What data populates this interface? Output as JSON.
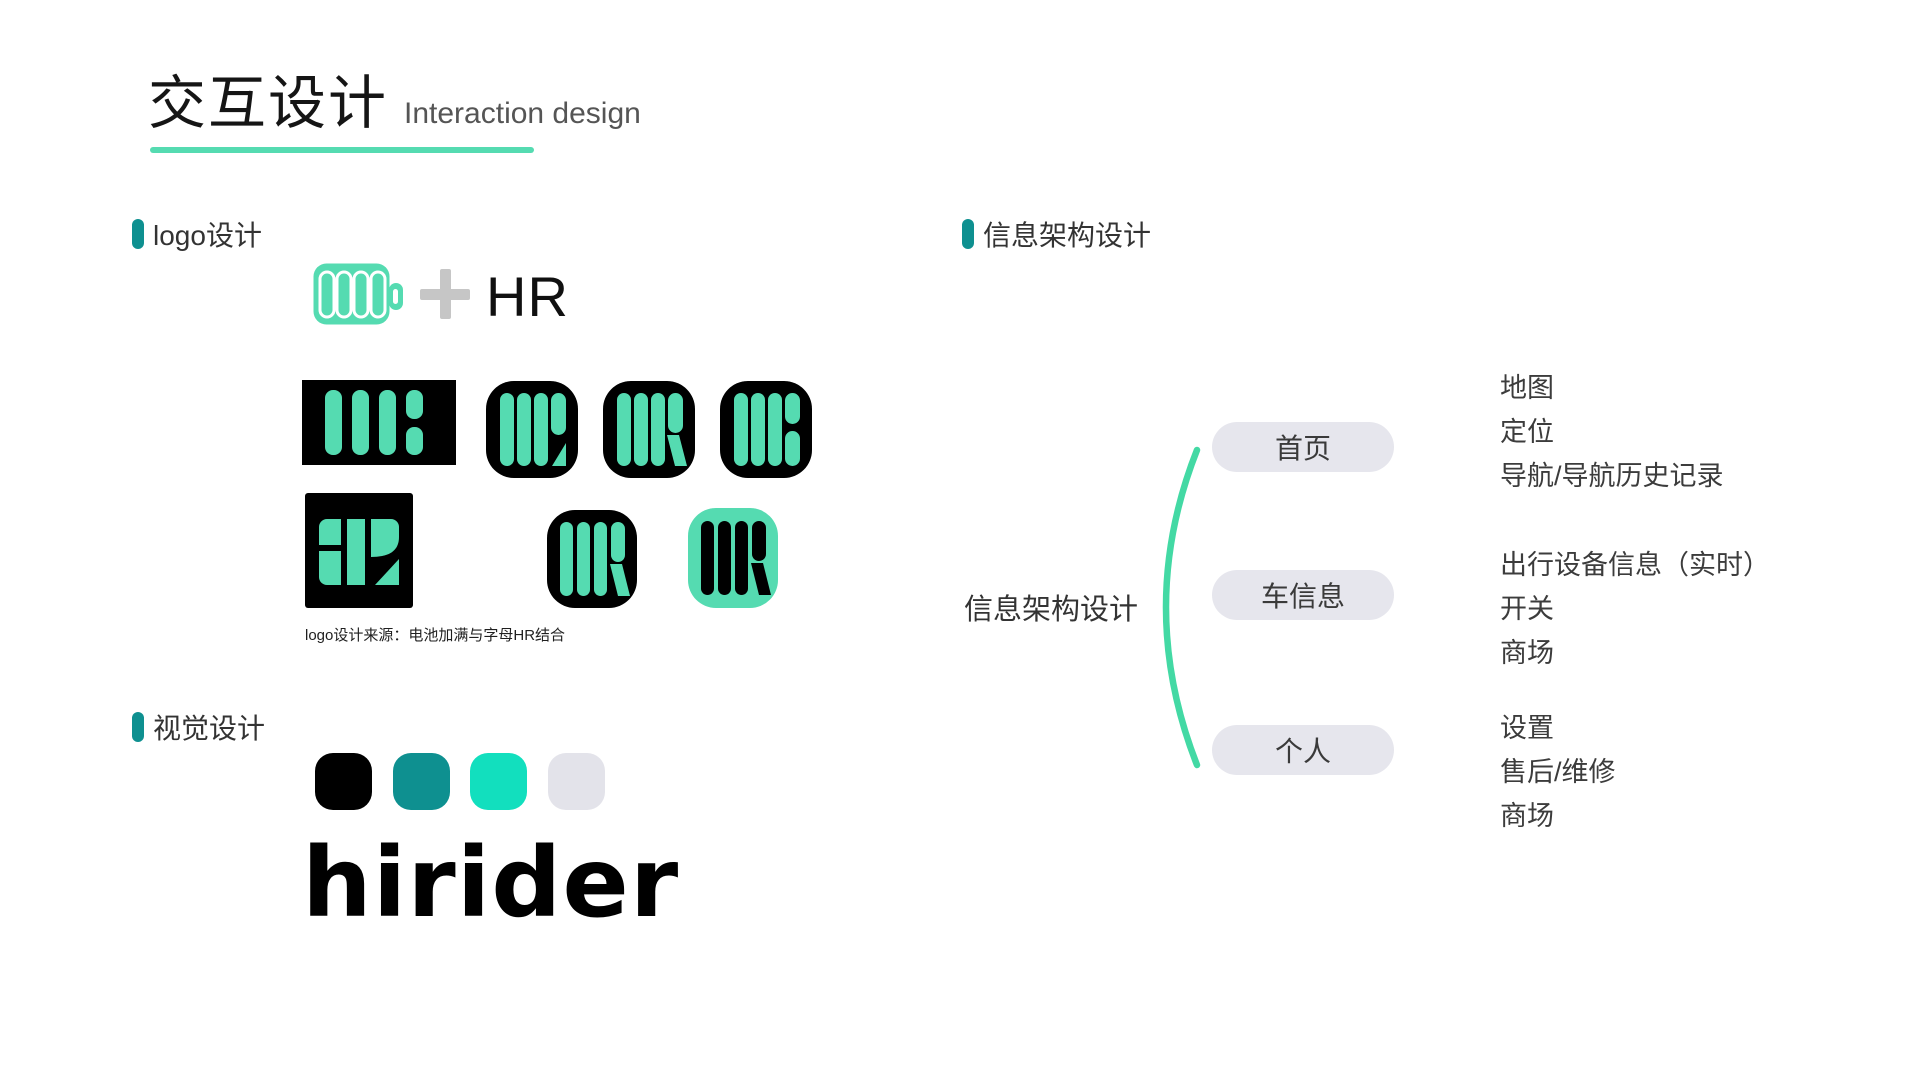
{
  "header": {
    "title_zh": "交互设计",
    "title_en": "Interaction design"
  },
  "colors": {
    "mint": "#55DBB1",
    "mint_deep": "#43D9A4",
    "teal_dark": "#0E9090",
    "bright": "#12DFBE",
    "swatch_light": "#E3E3EA",
    "pill": "#E6E6ED",
    "ink": "#151515",
    "text": "#333333",
    "subtext": "#555555",
    "plus_gray": "#C6C6C6",
    "black": "#000000"
  },
  "sections": {
    "logo": {
      "label": "logo设计",
      "formula": {
        "plus": "+",
        "letters": "HR"
      },
      "caption": "logo设计来源：电池加满与字母HR结合"
    },
    "visual": {
      "label": "视觉设计",
      "swatches": [
        "#000000",
        "#0E9090",
        "#12DFBE",
        "#E3E3EA"
      ],
      "wordmark": "hirider"
    },
    "ia": {
      "label": "信息架构设计",
      "root": "信息架构设计",
      "nodes": [
        {
          "label": "首页",
          "children": [
            "地图",
            "定位",
            "导航/导航历史记录"
          ]
        },
        {
          "label": "车信息",
          "children": [
            "出行设备信息（实时）",
            "开关",
            "商场"
          ]
        },
        {
          "label": "个人",
          "children": [
            "设置",
            "售后/维修",
            "商场"
          ]
        }
      ]
    }
  }
}
